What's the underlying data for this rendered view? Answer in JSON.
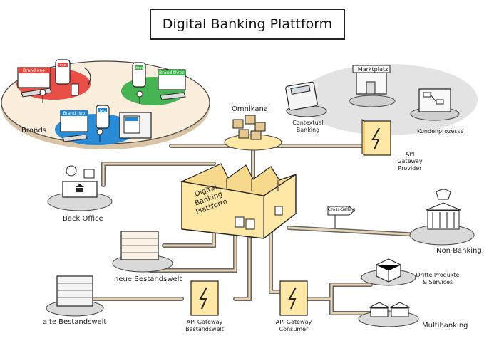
{
  "title": "Digital Banking Plattform",
  "factory_label": "Digital Banking Plattform",
  "nodes": {
    "brands": "Brands",
    "omnikanal": "Omnikanal",
    "contextual": "Contextual Banking",
    "marktplatz": "Marktplatz",
    "kundenprozesse": "Kundenprozesse",
    "api_provider": "API Gateway Provider",
    "back_office": "Back Office",
    "cross_selling": "Cross-Selling",
    "non_banking": "Non-Banking",
    "neue_bestandswelt": "neue Bestandswelt",
    "alte_bestandswelt": "alte Bestandswelt",
    "api_bestandswelt": "API Gateway Bestandswelt",
    "api_consumer": "API Gateway Consumer",
    "dritte_produkte": "Dritte Produkte & Services",
    "multibanking": "Multibanking"
  },
  "brand_labels": {
    "brand_one": "Brand one",
    "brand_two": "Brand two",
    "brand_three": "Brand three",
    "one": "one",
    "two": "two",
    "three": "three"
  },
  "colors": {
    "ellipse": "#fbeedd",
    "gray_ellipse": "#e3e3e3",
    "red": "#e8463d",
    "green": "#3db04b",
    "blue": "#1f86d6",
    "yellow": "#ffe7a6",
    "pipe": "#e8d3b0"
  }
}
